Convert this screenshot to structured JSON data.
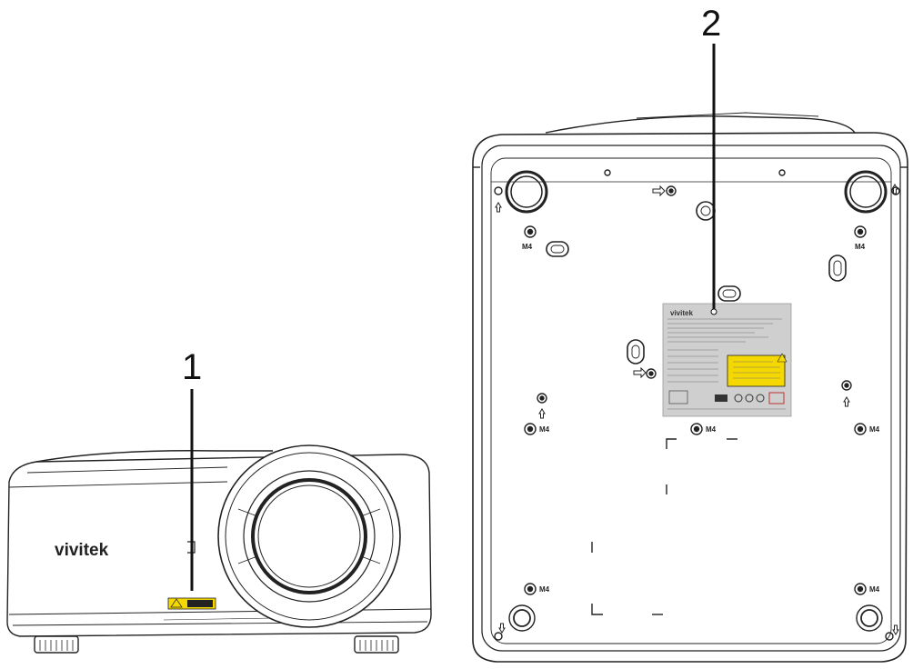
{
  "callouts": {
    "front": "1",
    "bottom": "2"
  },
  "front_view": {
    "brand_logo": "vivitek"
  },
  "bottom_view": {
    "brand_logo": "vivitek",
    "mount_label": "M4"
  }
}
